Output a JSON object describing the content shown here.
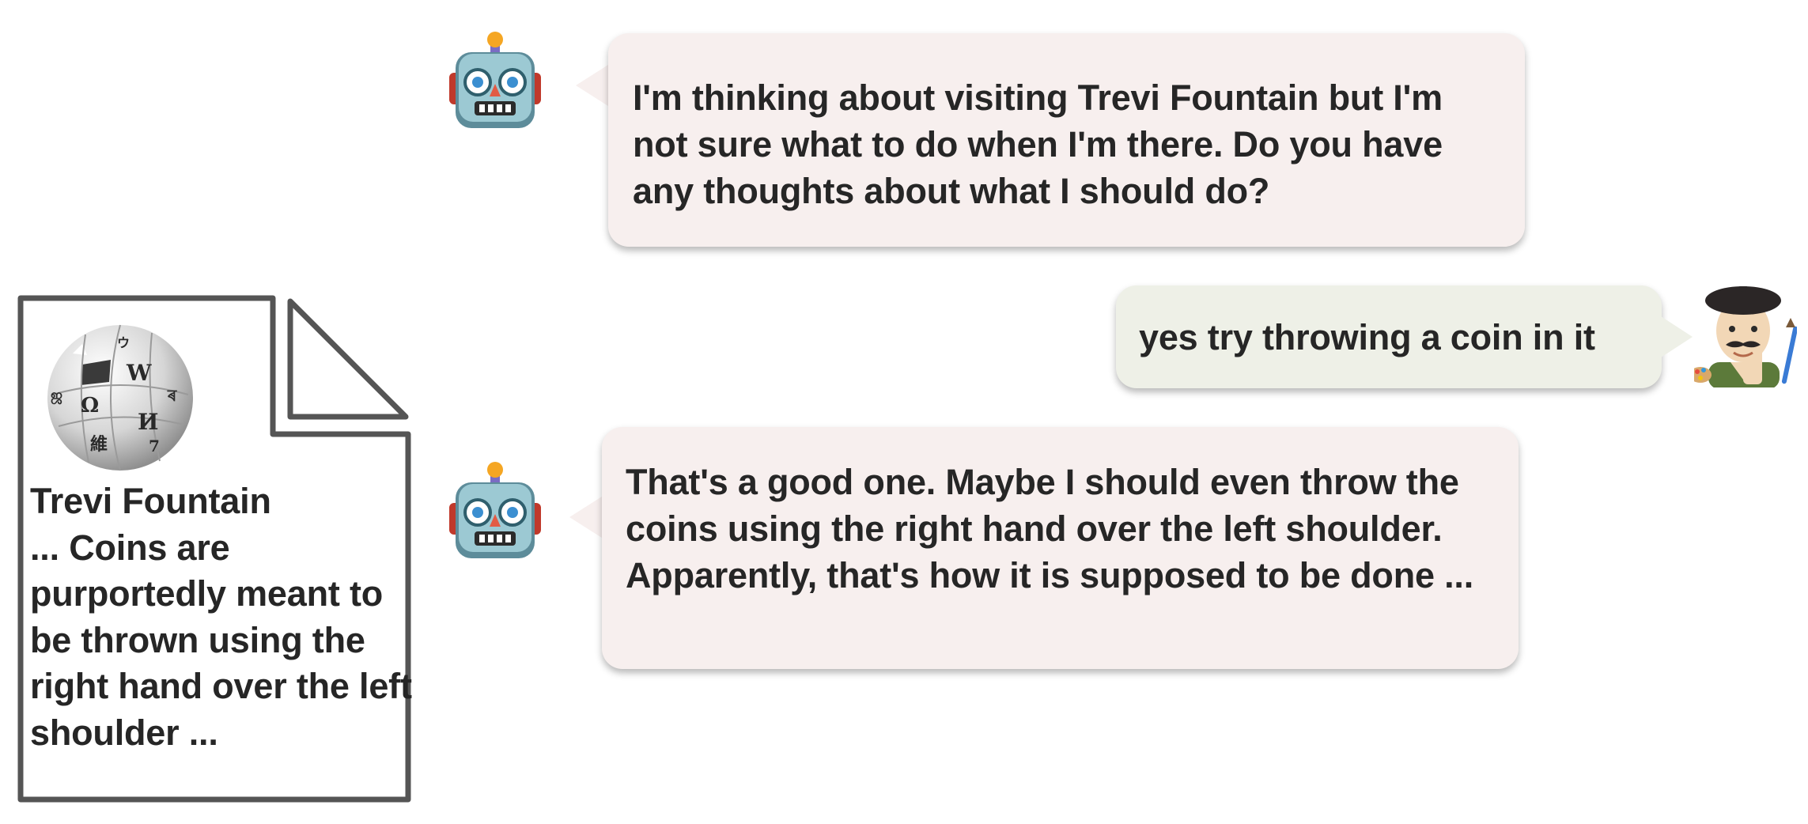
{
  "messages": [
    {
      "speaker": "bot",
      "text": "I'm thinking about visiting Trevi Fountain but I'm not sure what to do when I'm there. Do you have any thoughts about what I should do?"
    },
    {
      "speaker": "user",
      "text": "yes try throwing a coin in it"
    },
    {
      "speaker": "bot",
      "text": "That's a good one. Maybe I should even throw the coins using the right hand over the left shoulder. Apparently, that's how it is supposed to be done ..."
    }
  ],
  "document": {
    "title": "Trevi Fountain",
    "excerpt": "... Coins are purportedly meant to be thrown using the right hand over the left shoulder ..."
  },
  "icons": {
    "bot_avatar": "robot-face-icon",
    "user_avatar": "artist-icon",
    "document_logo": "wikipedia-globe-icon"
  },
  "colors": {
    "bot_bubble": "#f7efee",
    "user_bubble": "#eef0e7",
    "document_border": "#555555"
  }
}
